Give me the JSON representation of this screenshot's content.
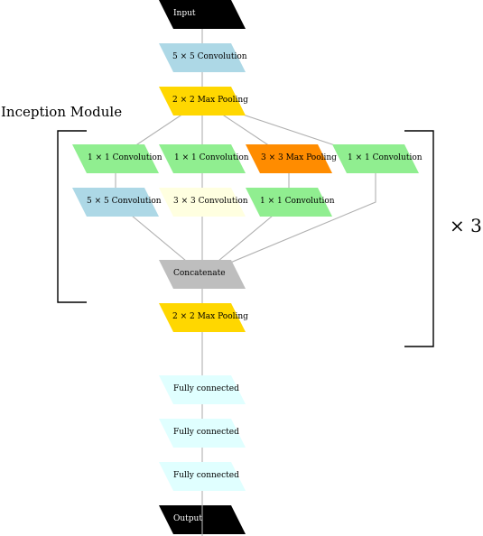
{
  "diagram": {
    "input_label": "Input",
    "conv5_label": "5 × 5 Convolution",
    "pool1_label": "2 × 2 Max Pooling",
    "module_label": "Inception Module",
    "branch1_a_label": "1 × 1 Convolution",
    "branch1_b_label": "5 × 5 Convolution",
    "branch2_a_label": "1 × 1 Convolution",
    "branch2_b_label": "3 × 3 Convolution",
    "branch3_a_label": "3 × 3 Max Pooling",
    "branch3_b_label": "1 × 1 Convolution",
    "branch4_label": "1 × 1 Convolution",
    "concat_label": "Concatenate",
    "pool2_label": "2 × 2 Max Pooling",
    "repeat_label": "× 3",
    "fc1_label": "Fully connected",
    "fc2_label": "Fully connected",
    "fc3_label": "Fully connected",
    "output_label": "Output"
  },
  "colors": {
    "io": "#000000",
    "conv5": "#add8e6",
    "pool": "#ffd700",
    "conv1": "#90ee90",
    "conv3": "#ffffe0",
    "maxpool3": "#ff8c00",
    "concat": "#bebebe",
    "fc": "#e0ffff",
    "edge": "#b0b0b0"
  }
}
